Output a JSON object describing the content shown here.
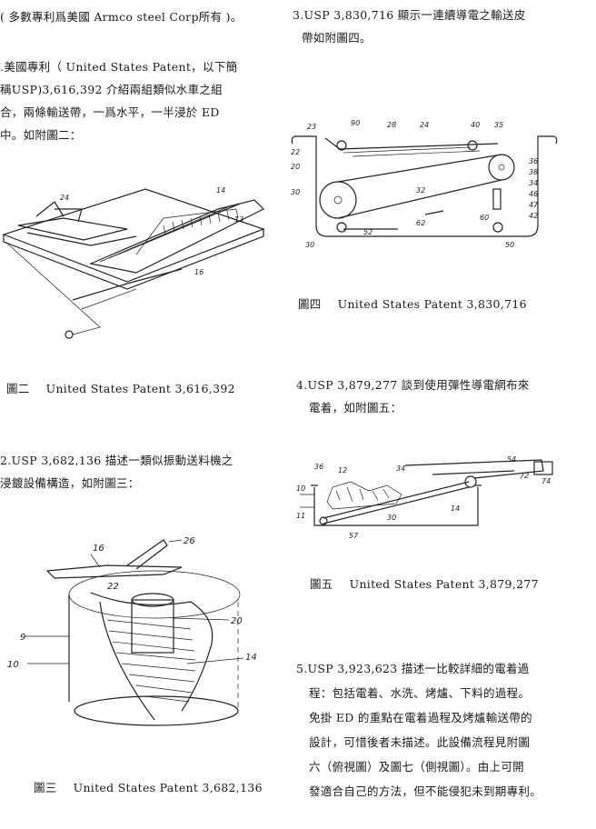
{
  "left_column": {
    "intro_line": "( 多數專利爲美國 Armco steel Corp所有 )。",
    "item1": {
      "lines": [
        ".美國專利（ United States Patent，以下簡",
        "稱USP)3,616,392 介紹兩組類似水車之組",
        "合，兩條輸送帶，一爲水平，一半浸於 ED",
        "中。如附圖二："
      ]
    },
    "fig2": {
      "figure_label": "圖二",
      "caption": "United States Patent 3,616,392"
    },
    "item2": {
      "lines": [
        "2.USP 3,682,136 描述一類似振動送料機之",
        "浸鍍設備構造，如附圖三："
      ]
    },
    "fig3": {
      "figure_label": "圖三",
      "caption": "United States Patent 3,682,136",
      "part_labels": [
        "16",
        "26",
        "22",
        "9",
        "20",
        "10",
        "14"
      ]
    }
  },
  "right_column": {
    "item3": {
      "lines": [
        "3.USP 3,830,716 顯示一連續導電之輸送皮",
        "帶如附圖四。"
      ]
    },
    "fig4": {
      "figure_label": "圖四",
      "caption": "United States Patent 3,830,716"
    },
    "item4": {
      "lines": [
        "4.USP 3,879,277 談到使用彈性導電網布來",
        "電着，如附圖五："
      ]
    },
    "fig5": {
      "figure_label": "圖五",
      "caption": "United States Patent 3,879,277"
    },
    "item5": {
      "lines": [
        "5.USP 3,923,623 描述一比較詳細的電着過",
        "程：包括電着、水洗、烤爐、下料的過程。",
        "免掛 ED 的重點在電着過程及烤爐輸送帶的",
        "設計，可惜後者未描述。此設備流程見附圖",
        "六（俯視圖）及圖七（側視圖）。由上可開",
        "發適合自己的方法，但不能侵犯未到期專利。"
      ]
    }
  }
}
